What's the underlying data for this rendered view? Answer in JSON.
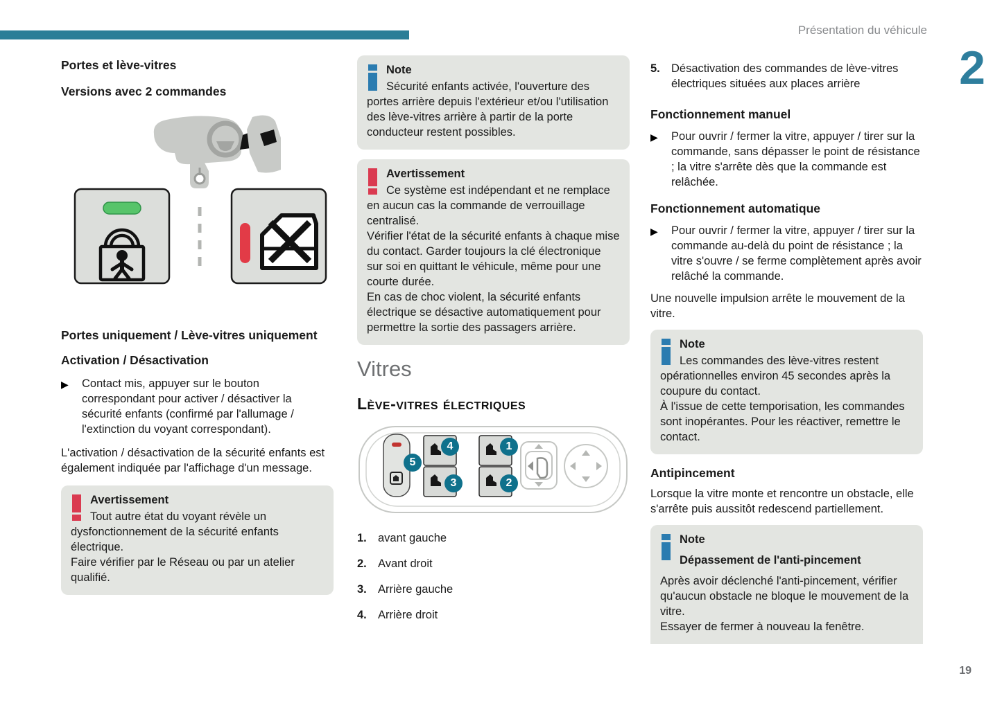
{
  "page": {
    "header_title": "Présentation du véhicule",
    "chapter_number": "2",
    "page_number": "19"
  },
  "icons": {
    "note_icon": "info-i",
    "warning_icon": "exclamation-mark",
    "bullet_icon": "▶"
  },
  "colors": {
    "accent_teal": "#2b7e97",
    "badge_teal": "#0f718c",
    "note_blue": "#2b7cb0",
    "warning_red": "#da3a50",
    "box_gray": "#e3e5e1"
  },
  "left": {
    "heading_doors": "Portes et lève-vitres",
    "heading_versions": "Versions avec 2 commandes",
    "heading_only": "Portes uniquement / Lève-vitres uniquement",
    "heading_activation": "Activation / Désactivation",
    "bullet_contact": "Contact mis, appuyer sur le bouton correspondant pour activer / désactiver la sécurité enfants (confirmé par l'allumage / l'extinction du voyant correspondant).",
    "para_message": "L'activation / désactivation de la sécurité enfants est également indiquée par l'affichage d'un message.",
    "warning_title": "Avertissement",
    "warning_body": "Tout autre état du voyant révèle un dysfonctionnement de la sécurité enfants électrique.\nFaire vérifier par le Réseau ou par un atelier qualifié."
  },
  "middle": {
    "note_title": "Note",
    "note_body": "Sécurité enfants activée, l'ouverture des portes arrière depuis l'extérieur et/ou l'utilisation des lève-vitres arrière à partir de la porte conducteur restent possibles.",
    "warning_title": "Avertissement",
    "warning_body": "Ce système est indépendant et ne remplace en aucun cas la commande de verrouillage centralisé.\nVérifier l'état de la sécurité enfants à chaque mise du contact. Garder toujours la clé électronique sur soi en quittant le véhicule, même pour une courte durée.\nEn cas de choc violent, la sécurité enfants électrique se désactive automatiquement pour permettre la sortie des passagers arrière.",
    "section_title": "Vitres",
    "subsection_title": "Lève-vitres électriques",
    "diagram_badges": {
      "b1": "1",
      "b2": "2",
      "b3": "3",
      "b4": "4",
      "b5": "5"
    },
    "legend": [
      {
        "num": "1.",
        "label": "avant gauche"
      },
      {
        "num": "2.",
        "label": "Avant droit"
      },
      {
        "num": "3.",
        "label": "Arrière gauche"
      },
      {
        "num": "4.",
        "label": "Arrière droit"
      }
    ]
  },
  "right": {
    "item5_num": "5.",
    "item5_text": "Désactivation des commandes de lève-vitres électriques situées aux places arrière",
    "manual_heading": "Fonctionnement manuel",
    "manual_bullet": "Pour ouvrir / fermer la vitre, appuyer / tirer sur la commande, sans dépasser le point de résistance ; la vitre s'arrête dès que la commande est relâchée.",
    "auto_heading": "Fonctionnement automatique",
    "auto_bullet": "Pour ouvrir / fermer la vitre, appuyer / tirer sur la commande au-delà du point de résistance ; la vitre s'ouvre / se ferme complètement après avoir relâché la commande.",
    "para_impulsion": "Une nouvelle impulsion arrête le mouvement de la vitre.",
    "note1_title": "Note",
    "note1_body": "Les commandes des lève-vitres restent opérationnelles environ 45 secondes après la coupure du contact.\nÀ l'issue de cette temporisation, les commandes sont inopérantes. Pour les réactiver, remettre le contact.",
    "antipinch_heading": "Antipincement",
    "antipinch_para": "Lorsque la vitre monte et rencontre un obstacle, elle s'arrête puis aussitôt redescend partiellement.",
    "note2_title": "Note",
    "note2_subtitle": "Dépassement de l'anti-pincement",
    "note2_body": "Après avoir déclenché l'anti-pincement, vérifier qu'aucun obstacle ne bloque le mouvement de la vitre.\nEssayer de fermer à nouveau la fenêtre."
  }
}
